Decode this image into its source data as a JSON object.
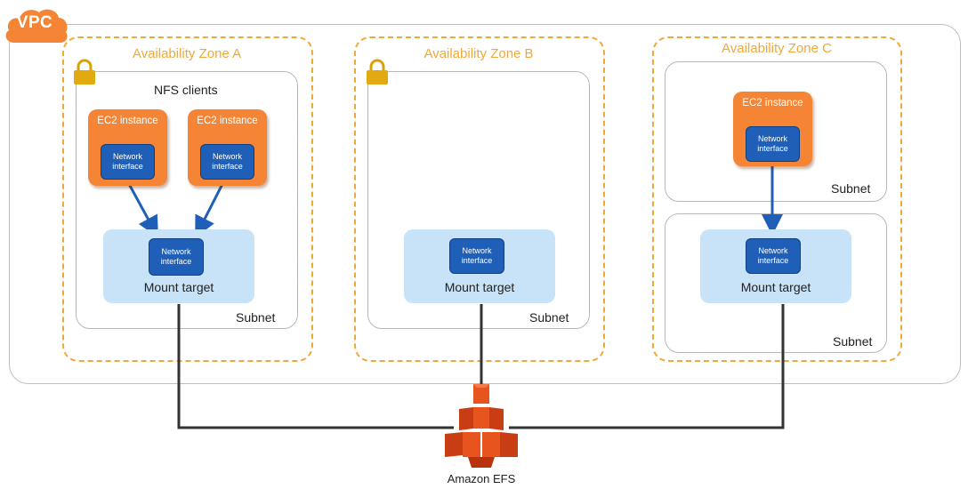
{
  "vpc": {
    "label": "VPC",
    "badge_color": "#f58534"
  },
  "zones": [
    {
      "label": "Availability Zone A",
      "subnet_label": "Subnet",
      "group_label": "NFS clients"
    },
    {
      "label": "Availability Zone B",
      "subnet_label": "Subnet"
    },
    {
      "label": "Availability Zone C",
      "subnet_top_label": "Subnet",
      "subnet_bottom_label": "Subnet"
    }
  ],
  "ec2": {
    "label": "EC2 instance",
    "color": "#f58534"
  },
  "network_interface": {
    "line1": "Network",
    "line2": "interface",
    "color": "#1f5fb8"
  },
  "mount_target": {
    "label": "Mount target",
    "color": "#c8e2f7"
  },
  "efs": {
    "label": "Amazon EFS",
    "icon": "amazon-efs-icon",
    "color": "#e8541e"
  },
  "colors": {
    "zone_border": "#f0a838",
    "lock": "#d9a200",
    "arrow": "#1f5fb8",
    "connector": "#333333"
  },
  "icons": {
    "lock": "lock-icon",
    "vpc_cloud": "cloud-icon"
  }
}
